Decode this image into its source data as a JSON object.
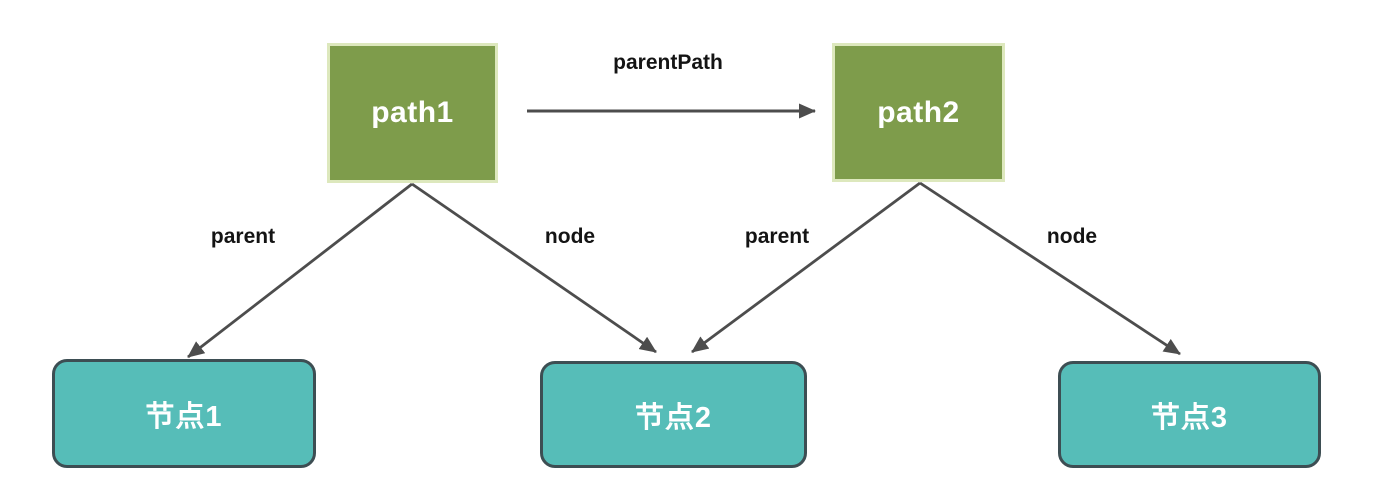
{
  "diagram": {
    "path_nodes": [
      {
        "id": "path1",
        "label": "path1"
      },
      {
        "id": "path2",
        "label": "path2"
      }
    ],
    "leaf_nodes": [
      {
        "id": "node1",
        "label": "节点1"
      },
      {
        "id": "node2",
        "label": "节点2"
      },
      {
        "id": "node3",
        "label": "节点3"
      }
    ],
    "edges": [
      {
        "from": "path1",
        "to": "path2",
        "label": "parentPath"
      },
      {
        "from": "path1",
        "to": "节点1",
        "label": "parent"
      },
      {
        "from": "path1",
        "to": "节点2",
        "label": "node"
      },
      {
        "from": "path2",
        "to": "节点2",
        "label": "parent"
      },
      {
        "from": "path2",
        "to": "节点3",
        "label": "node"
      }
    ],
    "colors": {
      "background": "#ffffff",
      "path_box_fill": "#7e9c4b",
      "path_box_border": "#dde8bd",
      "leaf_box_fill": "#56bdb8",
      "leaf_box_border": "#3d4e53",
      "arrow": "#4d4d4d",
      "edge_label_text": "#141414",
      "box_text": "#ffffff"
    }
  }
}
